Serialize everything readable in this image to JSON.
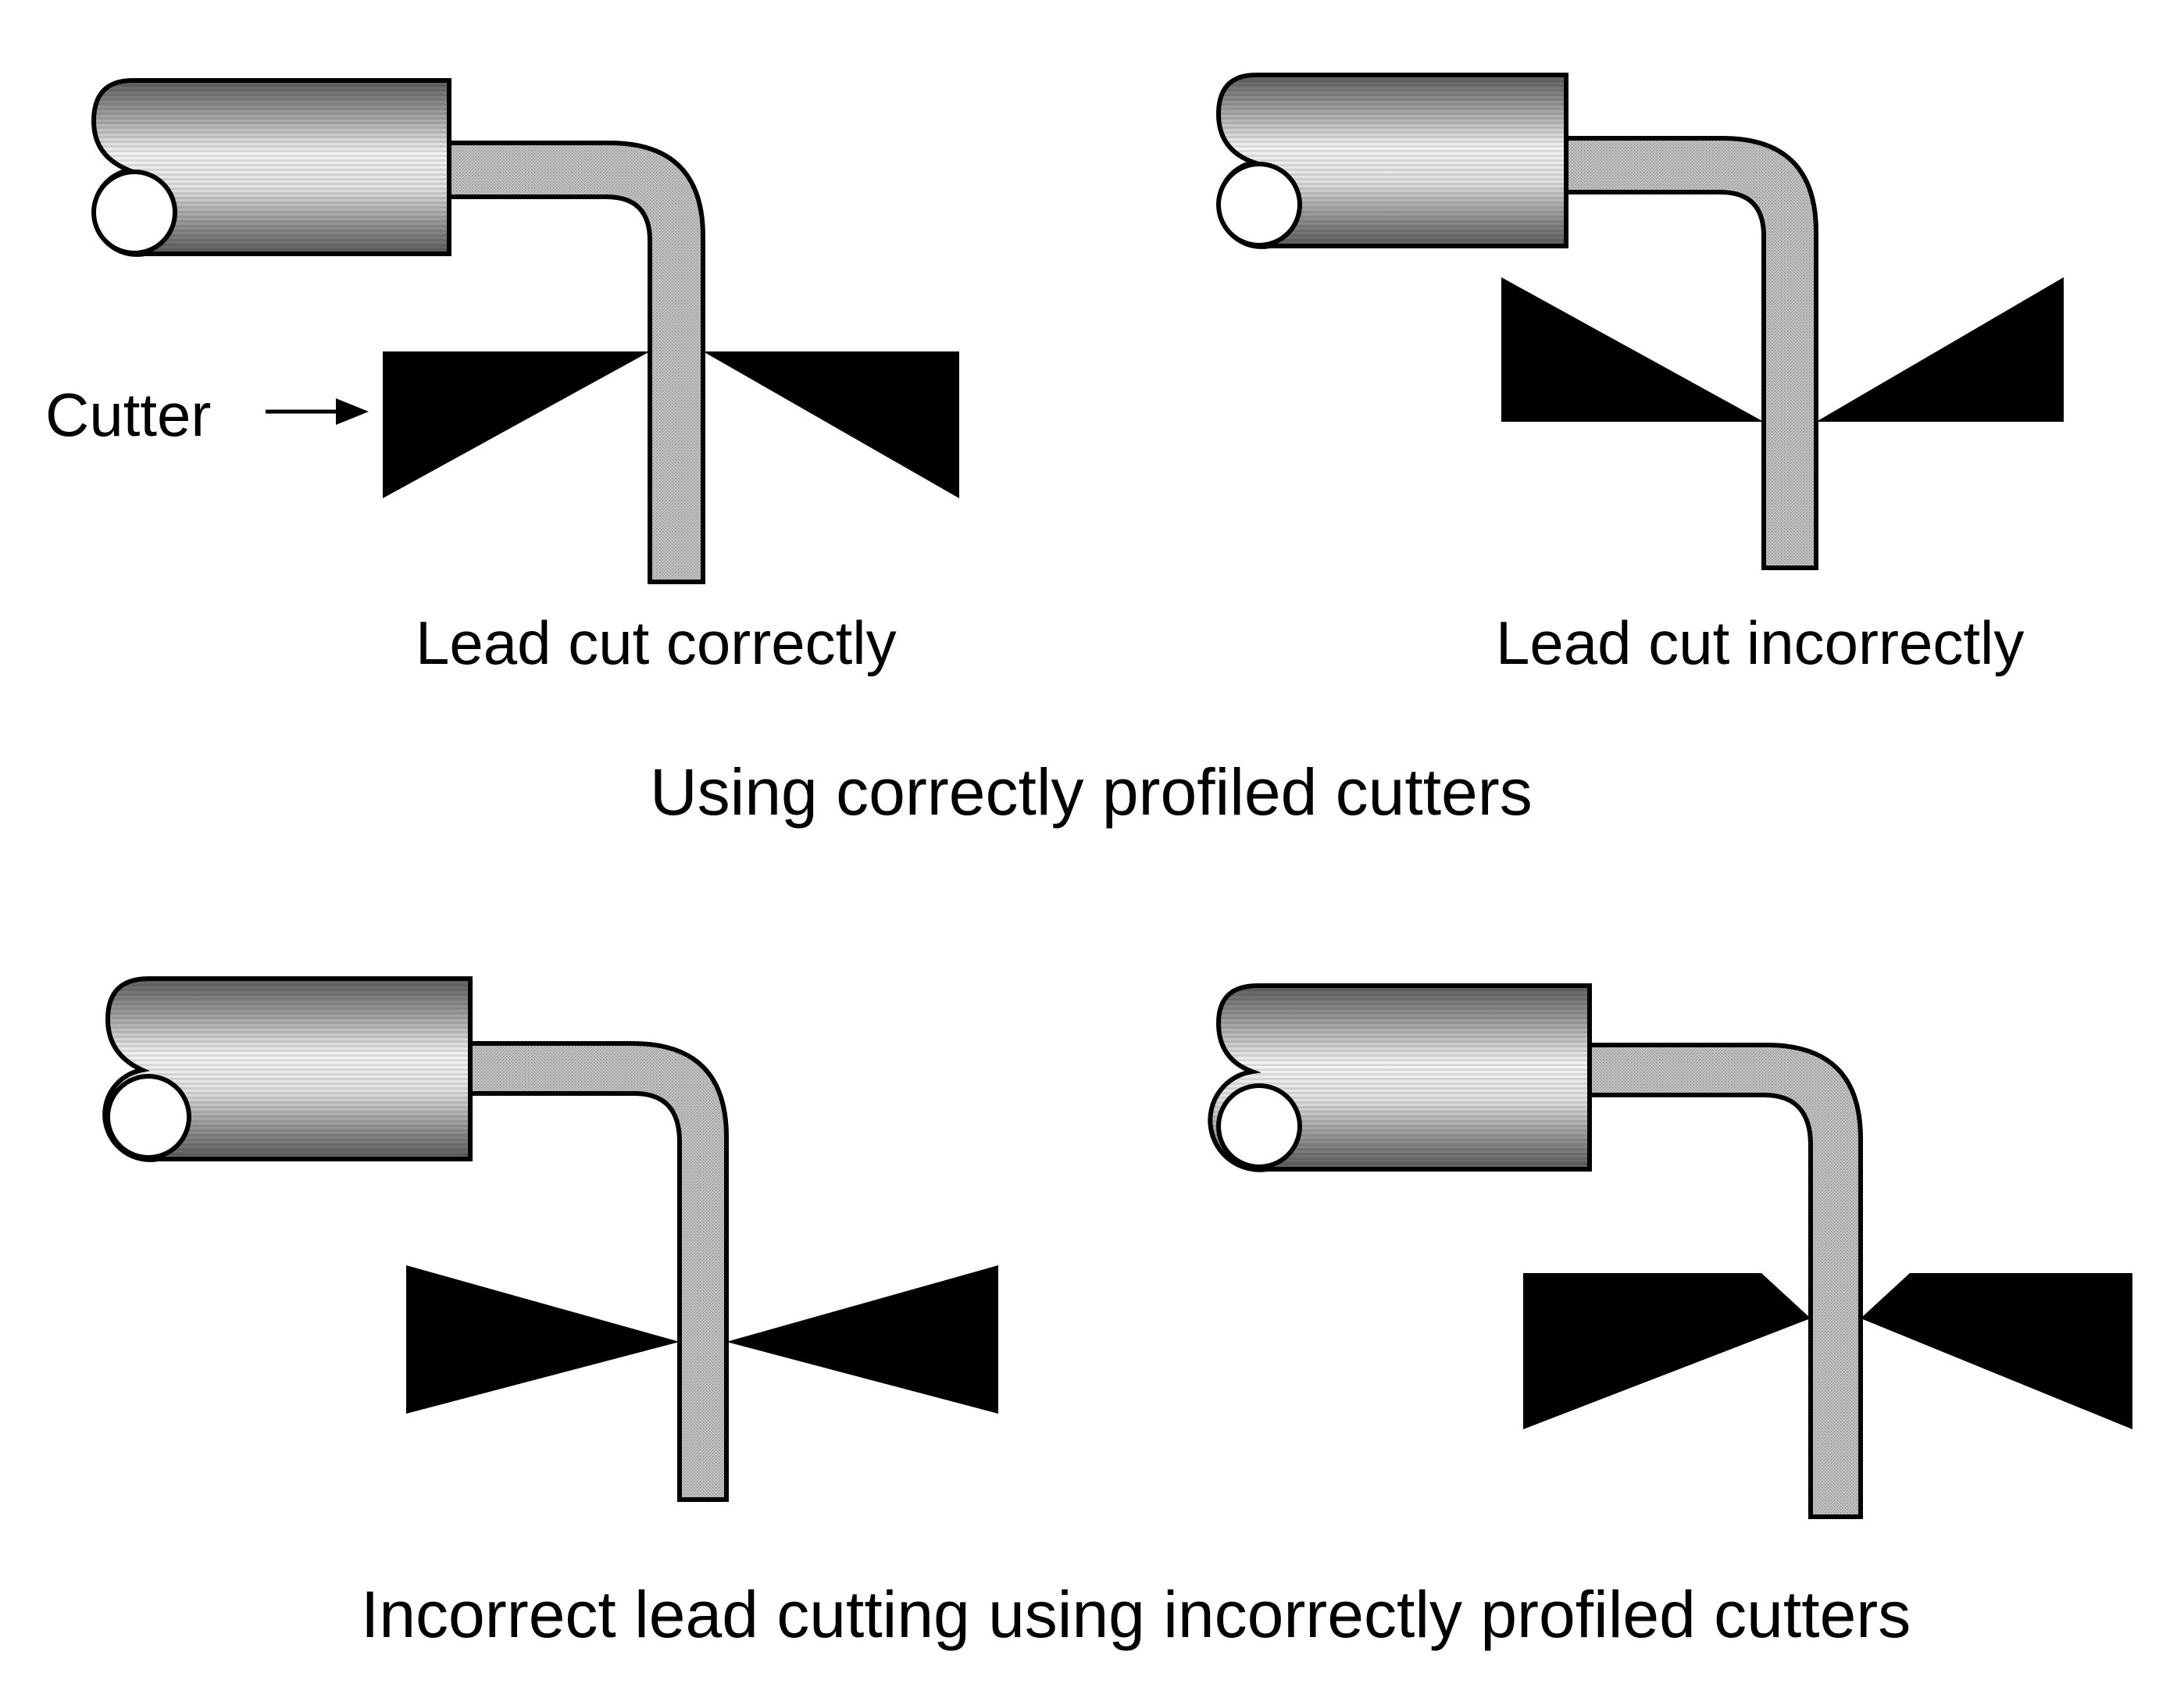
{
  "labels": {
    "cutter": "Cutter",
    "lead_cut_correctly": "Lead cut correctly",
    "lead_cut_incorrectly": "Lead cut incorrectly",
    "caption_top": "Using correctly profiled cutters",
    "caption_bottom": "Incorrect lead cutting using incorrectly profiled cutters"
  },
  "colors": {
    "outline": "#000000",
    "cutter_fill": "#000000",
    "lead_fill": "#bdbdbd",
    "body_dark": "#6e6e6e",
    "body_light": "#f2f2f2",
    "background": "#ffffff"
  }
}
